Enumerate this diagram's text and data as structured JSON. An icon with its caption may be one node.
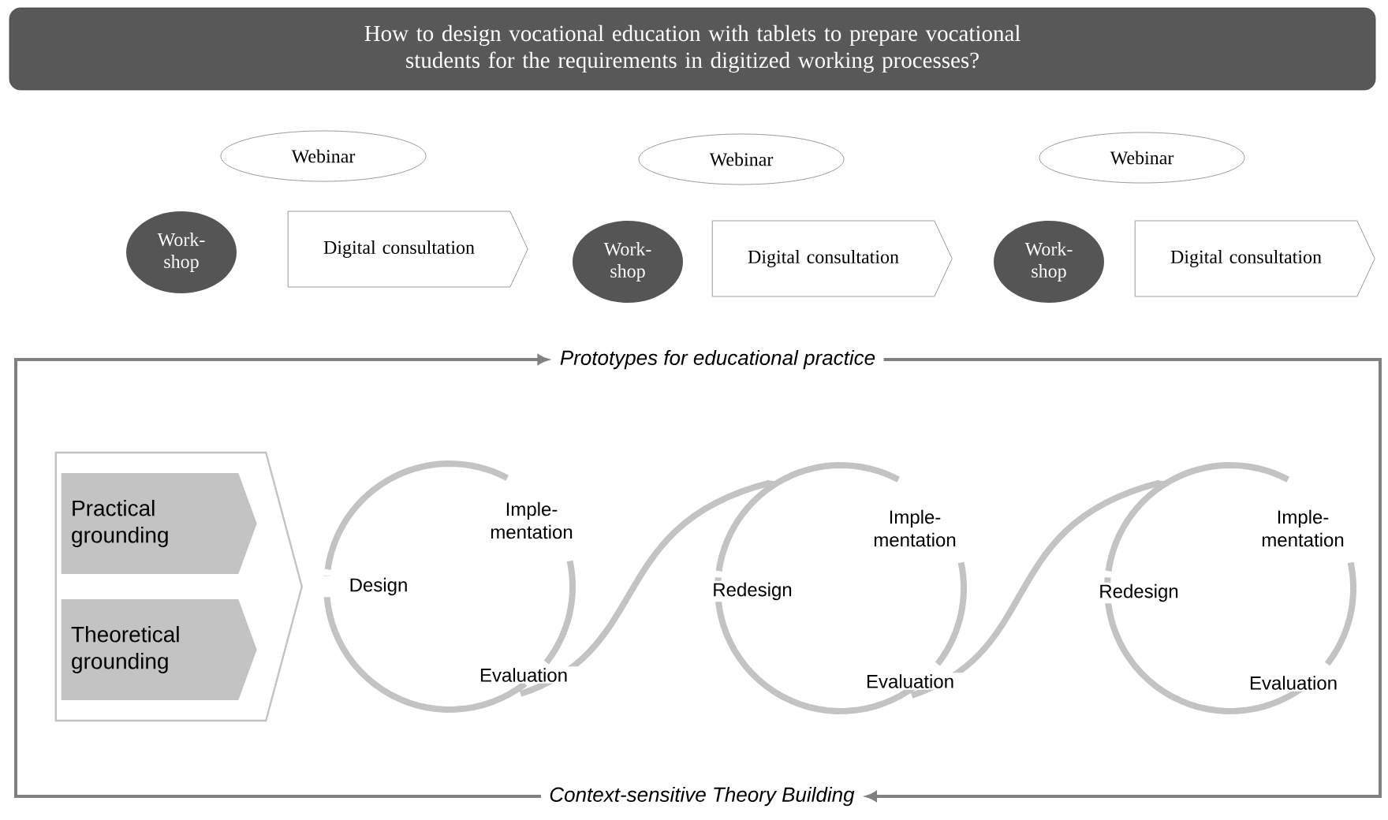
{
  "diagram": {
    "nodes": [
      {
        "text": [
          "How to design vocational education with tablets to prepare vocational students for the requirements in digitized working processes?"
        ]
      },
      {
        "text": [
          "Webinar"
        ]
      },
      {
        "text": [
          "Webinar"
        ]
      },
      {
        "text": [
          "Webinar"
        ]
      },
      {
        "text": [
          "Work- shop"
        ]
      },
      {
        "text": [
          "Digital consultation"
        ]
      },
      {
        "text": [
          "Work- shop"
        ]
      },
      {
        "text": [
          "Digital consultation"
        ]
      },
      {
        "text": [
          "Work- shop"
        ]
      },
      {
        "text": [
          "Digital consultation"
        ]
      },
      {
        "text": [
          "Prototypes for educational practice"
        ]
      },
      {
        "text": [],
        "shape": "box"
      },
      {
        "text": [
          "Practical grounding"
        ],
        "in": 11
      },
      {
        "text": [
          "Theoretical grounding"
        ],
        "in": 11
      },
      {
        "text": [
          "Context-sensitive Theory Building"
        ]
      }
    ],
    "edges": [
      {
        "from": 10,
        "to": 14,
        "arrow": "to"
      },
      {
        "from": 14,
        "to": 10,
        "arrow": "to"
      }
    ],
    "labels": [
      "Imple- mentation",
      "Design",
      "Evaluation",
      "Imple- mentation",
      "Redesign",
      "Evaluation",
      "Imple- mentation",
      "Redesign",
      "Evaluation"
    ]
  }
}
